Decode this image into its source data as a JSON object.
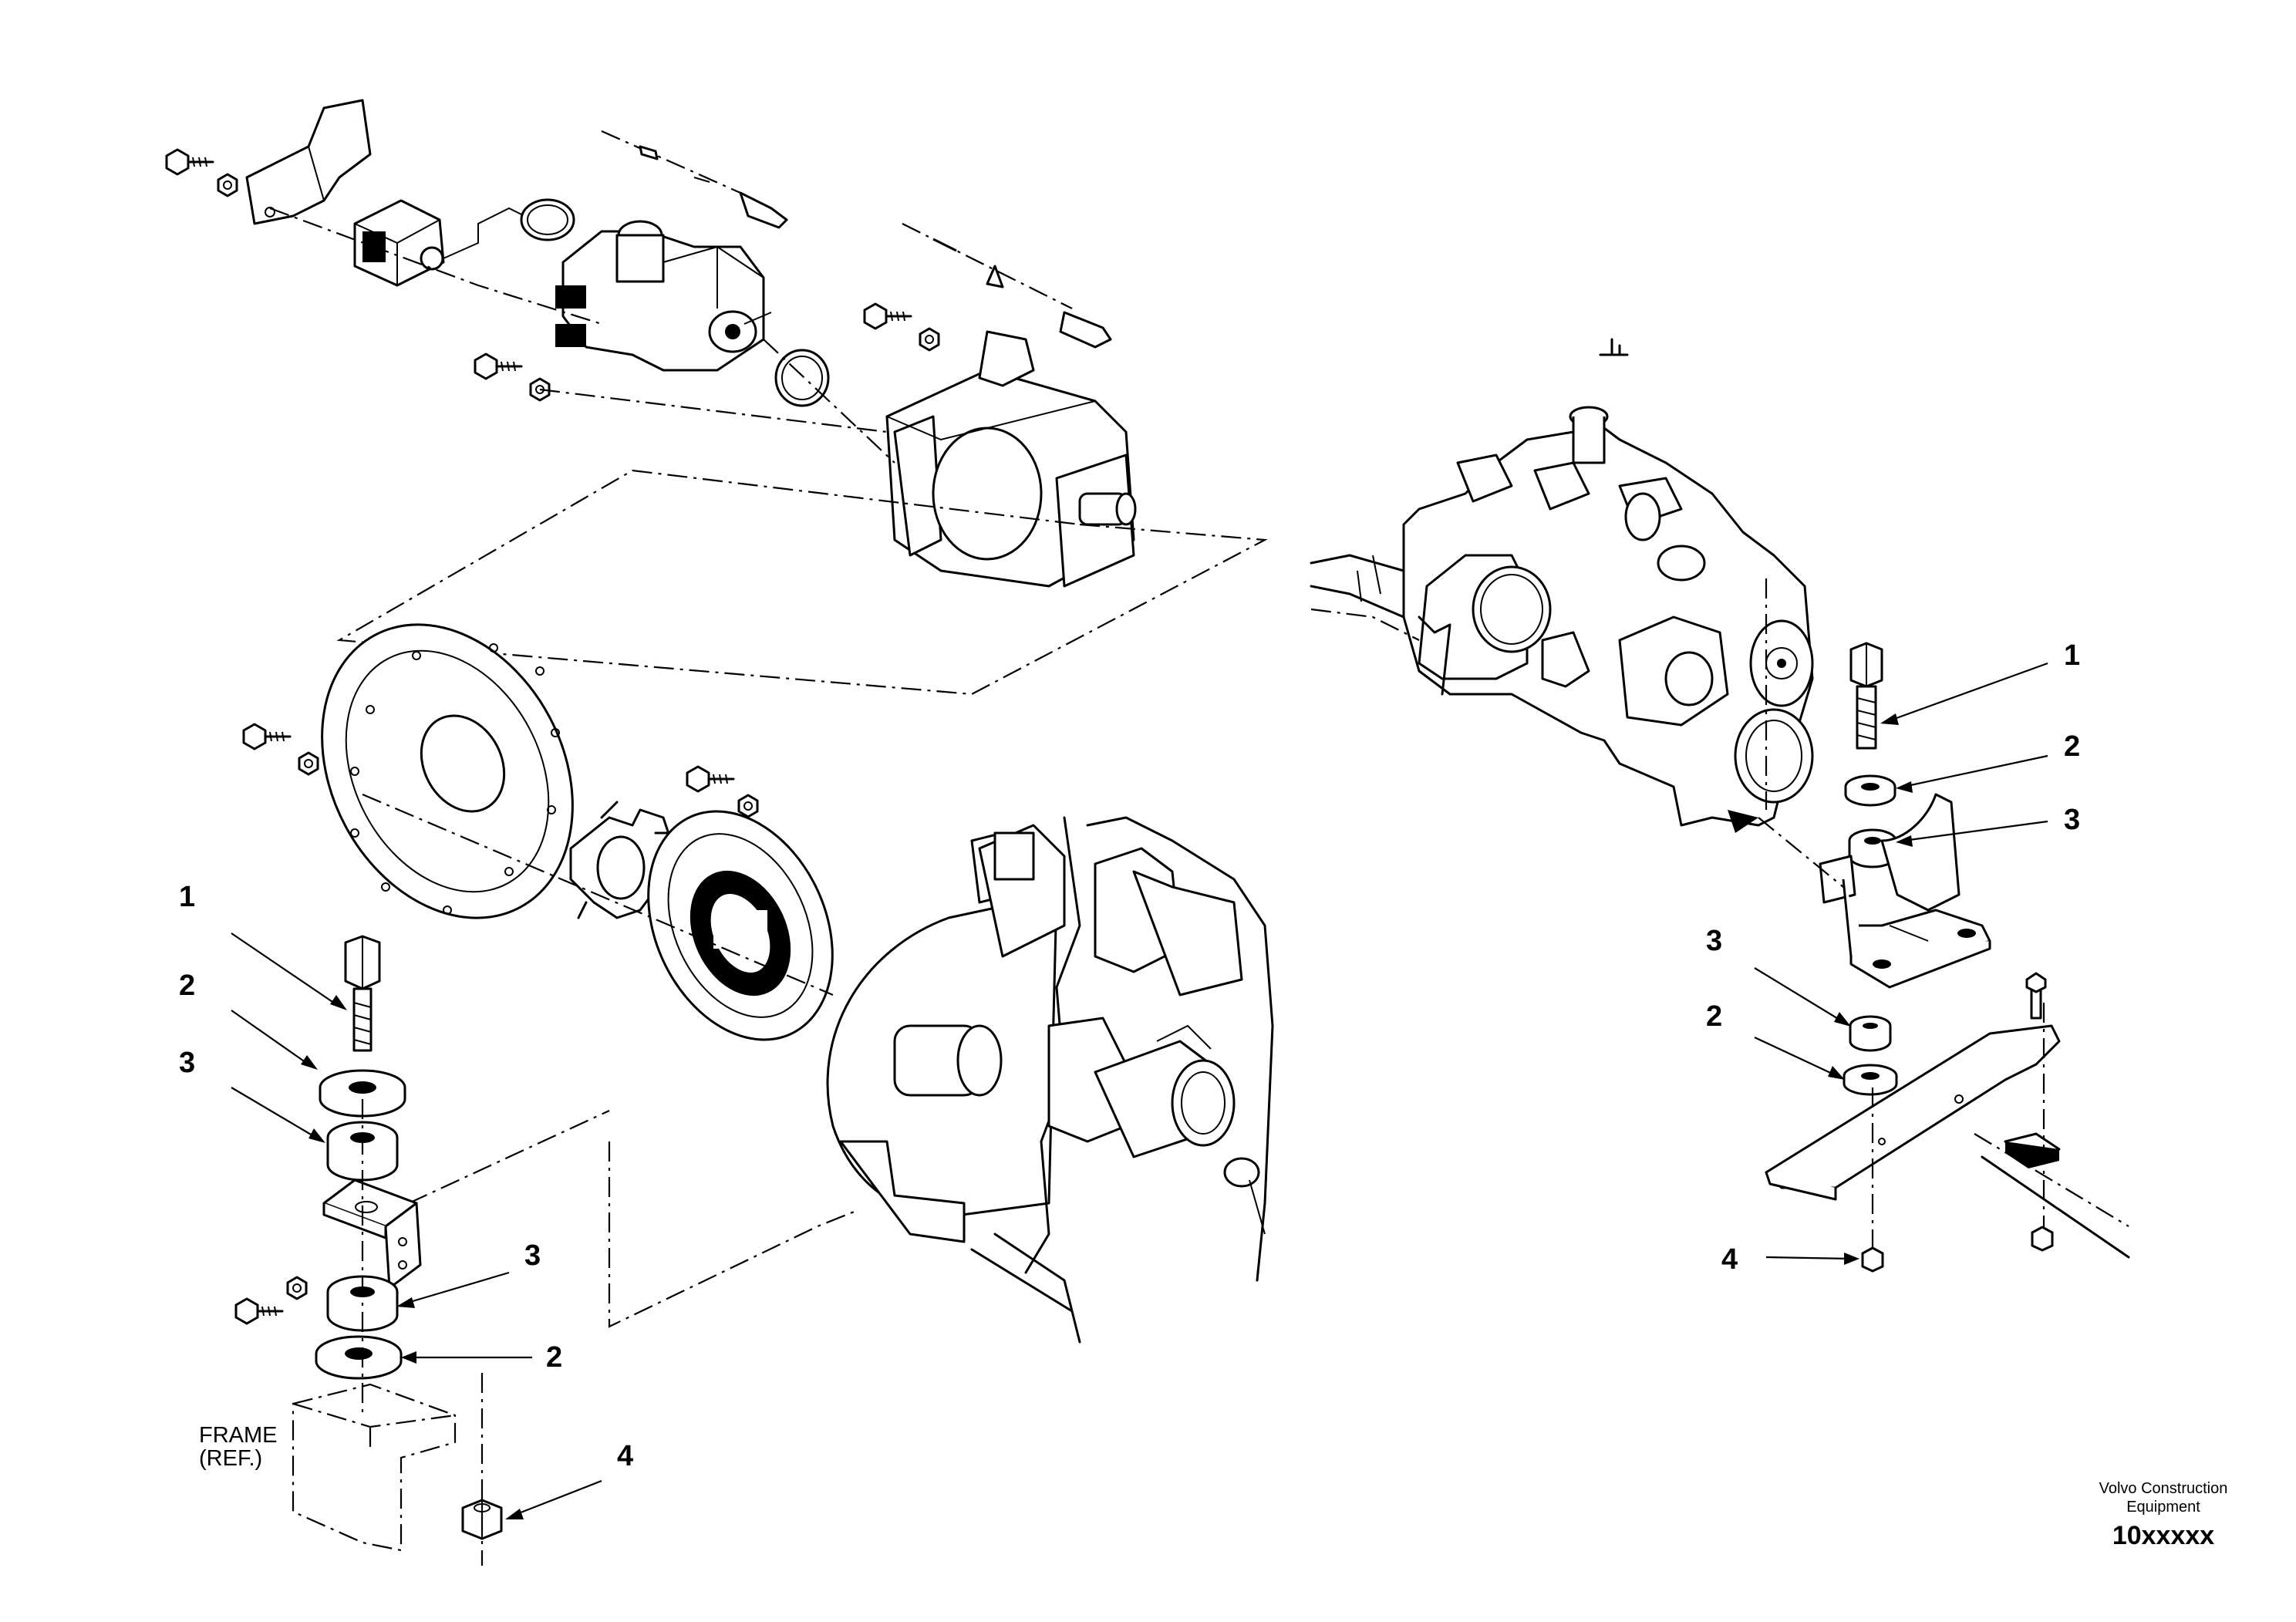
{
  "callouts": {
    "left": [
      "1",
      "2",
      "3",
      "3",
      "2",
      "4"
    ],
    "right": [
      "1",
      "2",
      "3",
      "3",
      "2",
      "4"
    ]
  },
  "frame_label": [
    "FRAME",
    "(REF.)"
  ],
  "credit": {
    "company": [
      "Volvo Construction",
      "Equipment"
    ],
    "drawing_number": "10xxxxx"
  }
}
